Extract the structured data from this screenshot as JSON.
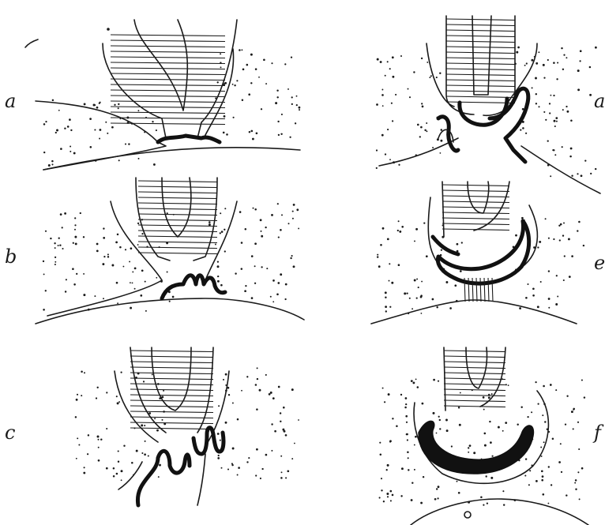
{
  "figure": {
    "panels": [
      {
        "id": "a",
        "label": "a"
      },
      {
        "id": "b",
        "label": "b"
      },
      {
        "id": "c",
        "label": "c"
      },
      {
        "id": "d",
        "label": "a"
      },
      {
        "id": "e",
        "label": "e"
      },
      {
        "id": "f",
        "label": "f"
      }
    ],
    "colors": {
      "ink": "#1a1a1a",
      "paper": "#ffffff"
    }
  }
}
